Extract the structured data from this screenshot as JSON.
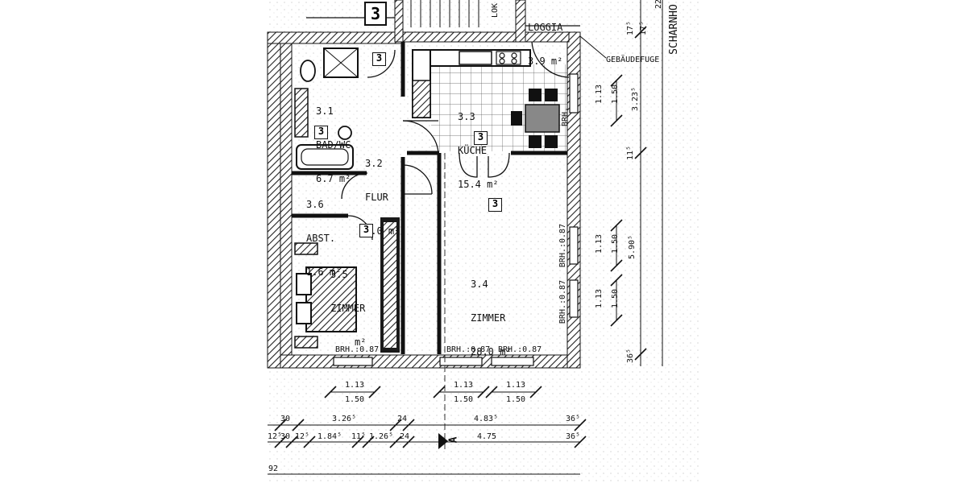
{
  "plan_title": "3",
  "rooms": [
    {
      "id": "3.1",
      "name": "BAD/WC",
      "area": "6.7 m²"
    },
    {
      "id": "3.2",
      "name": "FLUR",
      "area": "7.0 m²"
    },
    {
      "id": "3.3",
      "name": "KÜCHE",
      "area": "15.4 m²"
    },
    {
      "id": "3.4",
      "name": "ZIMMER",
      "area": "28.0 m²"
    },
    {
      "id": "3.5",
      "name": "ZIMMER",
      "area": "m²"
    },
    {
      "id": "3.6",
      "name": "ABST.",
      "area": "1.6 m²"
    }
  ],
  "loggia": {
    "name": "LOGGIA",
    "area": "3.9 m²"
  },
  "unit_marker": "3",
  "notes": {
    "expansion_joint": "GEBÄUDEFUGE",
    "street": "SCHARNHO",
    "shaft": "LOK"
  },
  "sill_labels": {
    "brh": "BRH.:0.87",
    "brh_short": "BRH."
  },
  "windows": {
    "w1": "1.13",
    "w2": "1.50"
  },
  "right_dims": {
    "d1": "17⁵",
    "d2": "17⁵",
    "d3": "3.23⁵",
    "d4": "11⁵",
    "d5": "5.90⁵",
    "d6": "36⁵",
    "d7": "22"
  },
  "bottom_dims": {
    "row1": [
      "30",
      "3.26⁵",
      "24",
      "4.83⁵",
      "36⁵"
    ],
    "row2": [
      "12⁵",
      "30",
      "12⁵",
      "1.84⁵",
      "11⁵",
      "1.26⁵",
      "24",
      "4.75",
      "36⁵"
    ],
    "section_mark": "A",
    "total_partial": "92"
  }
}
